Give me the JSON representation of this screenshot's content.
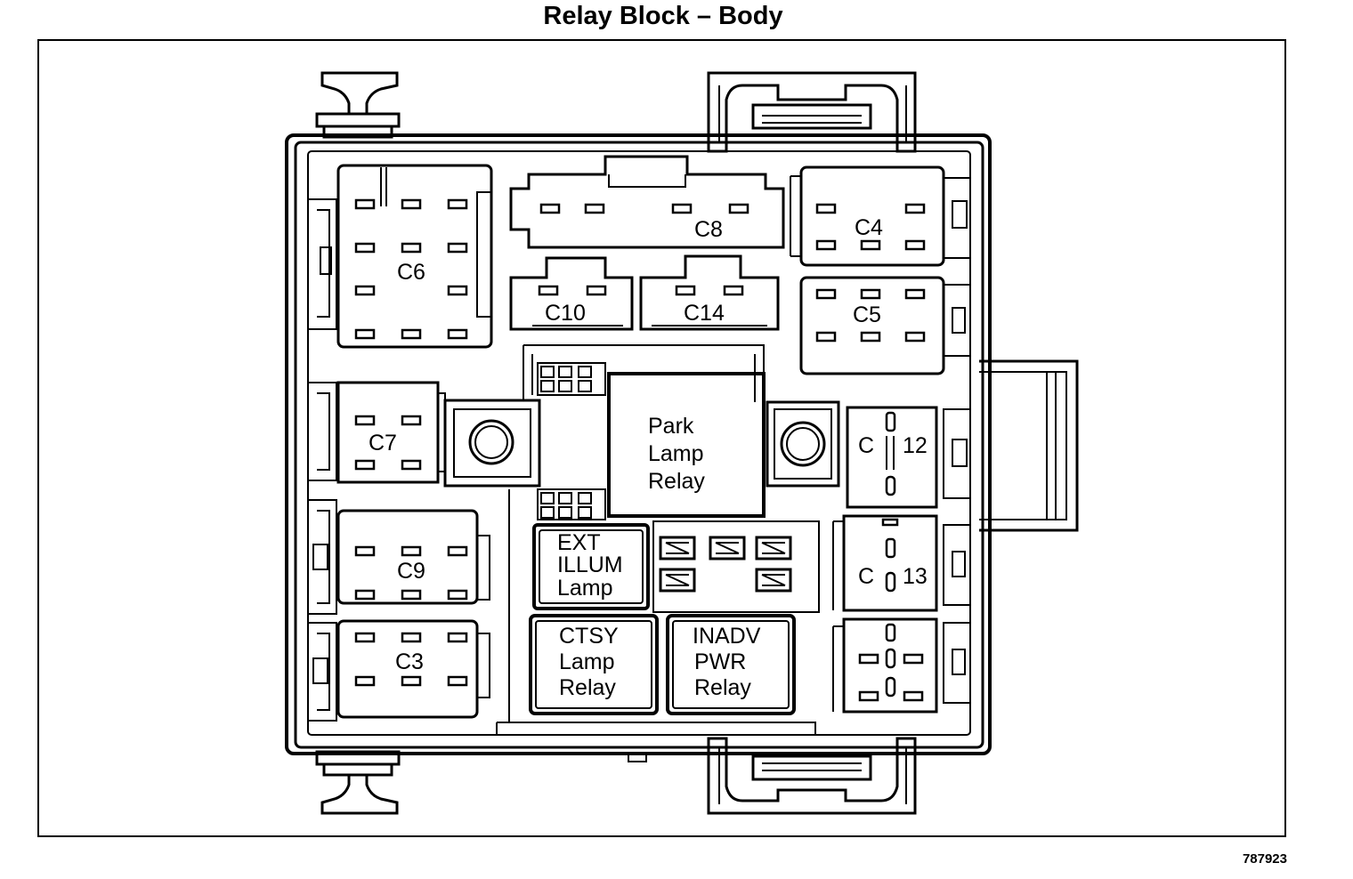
{
  "title": "Relay Block – Body",
  "figure_number": "787923",
  "connectors": {
    "c3": "C3",
    "c4": "C4",
    "c5": "C5",
    "c6": "C6",
    "c7": "C7",
    "c8": "C8",
    "c9": "C9",
    "c10": "C10",
    "c14": "C14",
    "c12_prefix": "C",
    "c12_suffix": "12",
    "c13_prefix": "C",
    "c13_suffix": "13"
  },
  "relays": {
    "park_lamp": [
      "Park",
      "Lamp",
      "Relay"
    ],
    "ext_illum": [
      "EXT",
      "ILLUM",
      "Lamp"
    ],
    "ctsy_lamp": [
      "CTSY",
      "Lamp",
      "Relay"
    ],
    "inadv_pwr": [
      "INADV",
      "PWR",
      "Relay"
    ]
  }
}
